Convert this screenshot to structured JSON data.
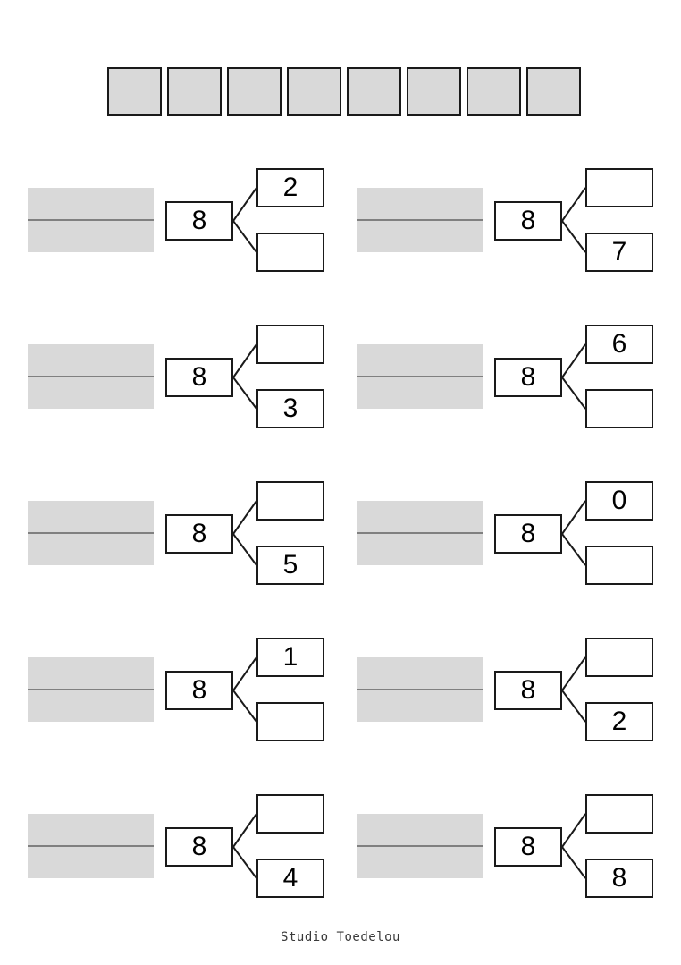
{
  "worksheet": {
    "background_color": "#ffffff",
    "ink_color": "#1a1a1a",
    "shade_color": "#d9d9d9",
    "rule_line_color": "#808080"
  },
  "tile_strip": {
    "name": "counting-tiles",
    "count": 8,
    "tiles": [
      "",
      "",
      "",
      "",
      "",
      "",
      "",
      ""
    ]
  },
  "exercises": {
    "whole_value": "8",
    "rows": [
      {
        "left": {
          "whole": "8",
          "part_top": "2",
          "part_bottom": "",
          "answer_line": ""
        },
        "right": {
          "whole": "8",
          "part_top": "",
          "part_bottom": "7",
          "answer_line": ""
        }
      },
      {
        "left": {
          "whole": "8",
          "part_top": "",
          "part_bottom": "3",
          "answer_line": ""
        },
        "right": {
          "whole": "8",
          "part_top": "6",
          "part_bottom": "",
          "answer_line": ""
        }
      },
      {
        "left": {
          "whole": "8",
          "part_top": "",
          "part_bottom": "5",
          "answer_line": ""
        },
        "right": {
          "whole": "8",
          "part_top": "0",
          "part_bottom": "",
          "answer_line": ""
        }
      },
      {
        "left": {
          "whole": "8",
          "part_top": "1",
          "part_bottom": "",
          "answer_line": ""
        },
        "right": {
          "whole": "8",
          "part_top": "",
          "part_bottom": "2",
          "answer_line": ""
        }
      },
      {
        "left": {
          "whole": "8",
          "part_top": "",
          "part_bottom": "4",
          "answer_line": ""
        },
        "right": {
          "whole": "8",
          "part_top": "",
          "part_bottom": "8",
          "answer_line": ""
        }
      }
    ]
  },
  "footer": {
    "credit": "Studio Toedelou"
  }
}
